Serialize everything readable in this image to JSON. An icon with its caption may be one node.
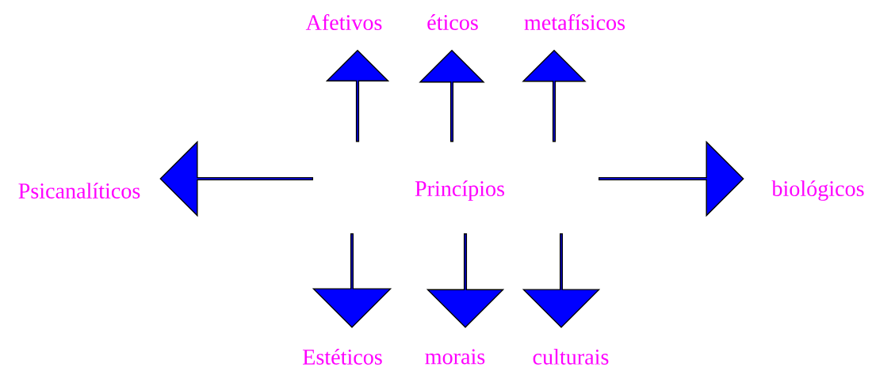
{
  "diagram": {
    "nodes": [
      {
        "text": [
          "Princípios"
        ]
      },
      {
        "text": [
          "Afetivos"
        ]
      },
      {
        "text": [
          "éticos"
        ]
      },
      {
        "text": [
          "metafísicos"
        ]
      },
      {
        "text": [
          "Psicanalíticos"
        ]
      },
      {
        "text": [
          "biológicos"
        ]
      },
      {
        "text": [
          "Estéticos"
        ]
      },
      {
        "text": [
          "morais"
        ]
      },
      {
        "text": [
          "culturais"
        ]
      }
    ],
    "edges": [
      {
        "from": 0,
        "to": 1,
        "arrow": "to"
      },
      {
        "from": 0,
        "to": 2,
        "arrow": "to"
      },
      {
        "from": 0,
        "to": 3,
        "arrow": "to"
      },
      {
        "from": 0,
        "to": 4,
        "arrow": "to"
      },
      {
        "from": 0,
        "to": 5,
        "arrow": "to"
      },
      {
        "from": 0,
        "to": 6,
        "arrow": "to"
      },
      {
        "from": 0,
        "to": 7,
        "arrow": "to"
      },
      {
        "from": 0,
        "to": 8,
        "arrow": "to"
      }
    ]
  }
}
